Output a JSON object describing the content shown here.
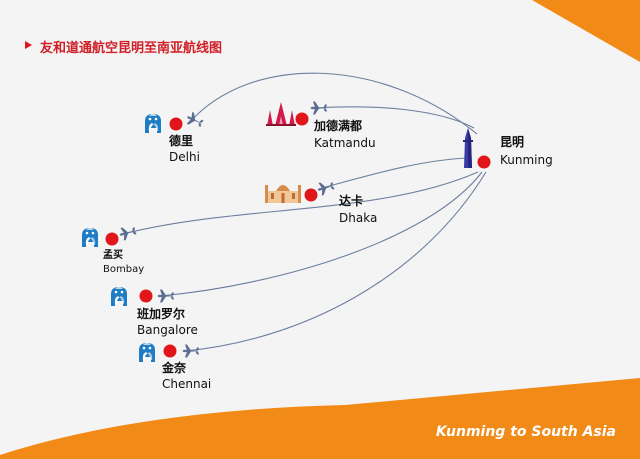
{
  "title": "友和道通航空昆明至南亚航线图",
  "footer_text": "Kunming to South Asia",
  "colors": {
    "accent_orange": "#f28a17",
    "dot_red": "#e1161b",
    "route_line": "#6c7f9e",
    "plane": "#5b6e92",
    "icon_blue": "#1e7cc4",
    "title_red": "#d01f27"
  },
  "origin": {
    "name_zh": "昆明",
    "name_en": "Kunming",
    "icon": "tower-icon"
  },
  "destinations": [
    {
      "id": "delhi",
      "name_zh": "德里",
      "name_en": "Delhi",
      "icon": "elephant-icon"
    },
    {
      "id": "kathmandu",
      "name_zh": "加德满都",
      "name_en": "Katmandu",
      "icon": "pagoda-icon"
    },
    {
      "id": "dhaka",
      "name_zh": "达卡",
      "name_en": "Dhaka",
      "icon": "palace-icon"
    },
    {
      "id": "bombay",
      "name_zh": "孟买",
      "name_en": "Bombay",
      "icon": "elephant-icon"
    },
    {
      "id": "bangalore",
      "name_zh": "班加罗尔",
      "name_en": "Bangalore",
      "icon": "elephant-icon"
    },
    {
      "id": "chennai",
      "name_zh": "金奈",
      "name_en": "Chennai",
      "icon": "elephant-icon"
    }
  ]
}
